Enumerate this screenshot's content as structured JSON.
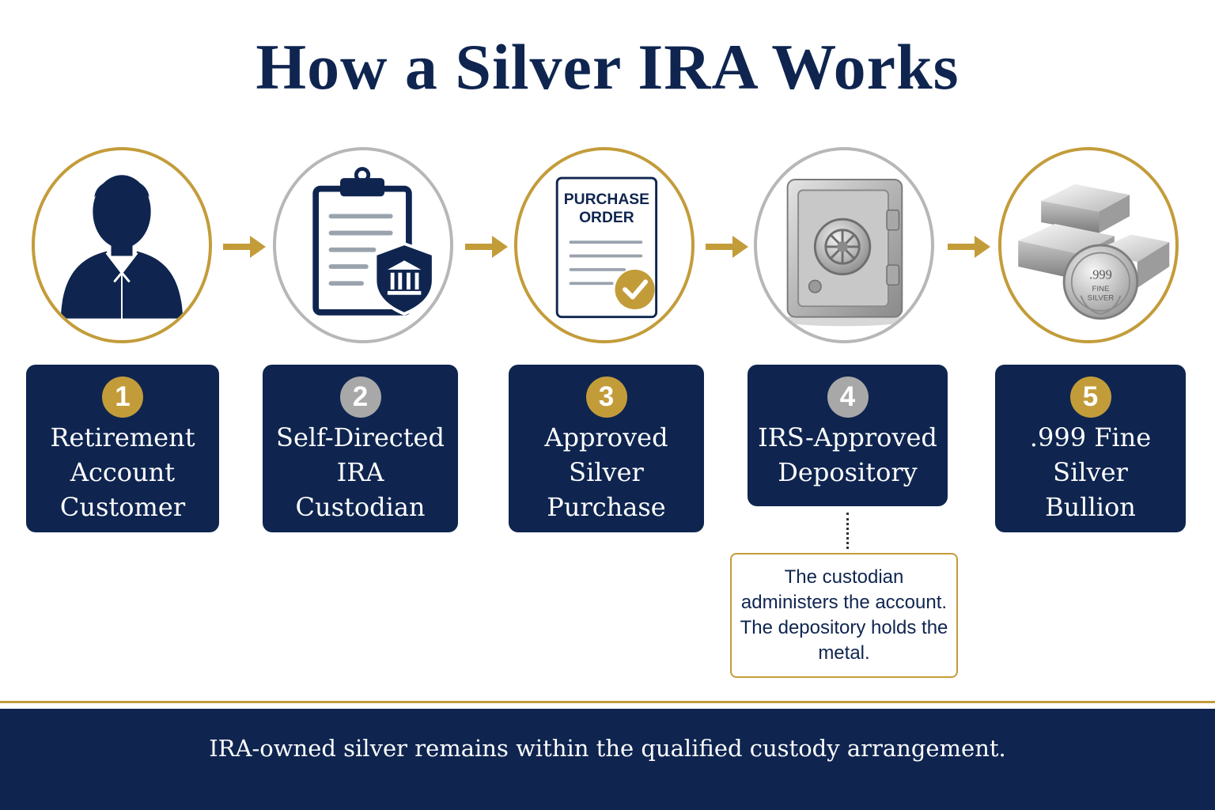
{
  "title": "How a Silver IRA Works",
  "colors": {
    "navy": "#0f2550",
    "gold": "#c39c3a",
    "silver": "#b7b7b7"
  },
  "steps": [
    {
      "number": "1",
      "label": "Retirement\nAccount\nCustomer",
      "icon": "person-icon",
      "ring": "gold"
    },
    {
      "number": "2",
      "label": "Self-Directed\nIRA\nCustodian",
      "icon": "clipboard-shield-icon",
      "ring": "silver"
    },
    {
      "number": "3",
      "label": "Approved\nSilver\nPurchase",
      "icon": "purchase-order-icon",
      "ring": "gold",
      "icon_text": {
        "line1": "PURCHASE",
        "line2": "ORDER"
      }
    },
    {
      "number": "4",
      "label": "IRS-Approved\nDepository",
      "icon": "safe-icon",
      "ring": "silver"
    },
    {
      "number": "5",
      "label": ".999 Fine\nSilver\nBullion",
      "icon": "silver-bullion-icon",
      "ring": "gold",
      "icon_text": {
        "line1": ".999",
        "line2": "FINE",
        "line3": "SILVER"
      }
    }
  ],
  "note": "The custodian administers the account. The depository holds the metal.",
  "footer": "IRA-owned silver remains within the qualified custody arrangement."
}
